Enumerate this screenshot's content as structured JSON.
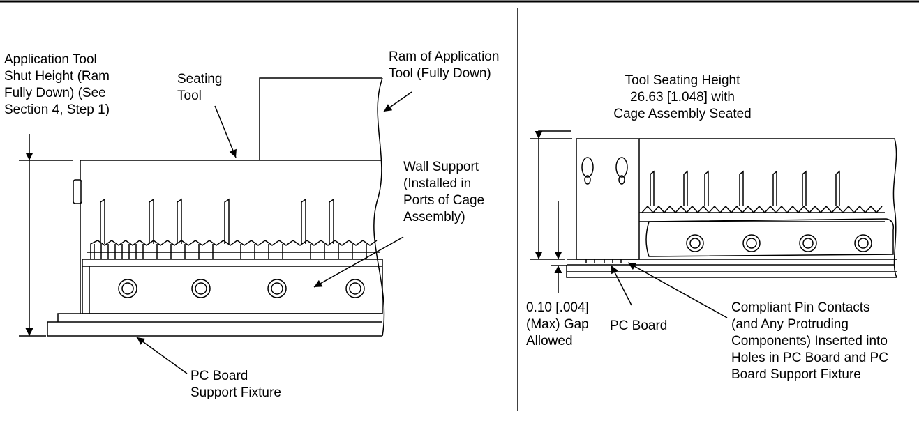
{
  "labels": {
    "shut_height": "Application Tool\nShut Height (Ram\nFully Down) (See\nSection 4, Step 1)",
    "seating_tool": "Seating\nTool",
    "ram": "Ram of Application\nTool (Fully Down)",
    "wall_support": "Wall Support\n(Installed in\nPorts of Cage\nAssembly)",
    "pcb_support": "PC Board\nSupport Fixture",
    "seating_height": "Tool Seating Height\n26.63 [1.048] with\nCage Assembly Seated",
    "gap": "0.10 [.004]\n(Max) Gap\nAllowed",
    "pc_board": "PC Board",
    "compliant": "Compliant Pin Contacts\n(and Any Protruding\nComponents) Inserted into\nHoles in PC Board and PC\nBoard Support Fixture"
  },
  "colors": {
    "ink": "#000000",
    "paper": "#ffffff"
  }
}
